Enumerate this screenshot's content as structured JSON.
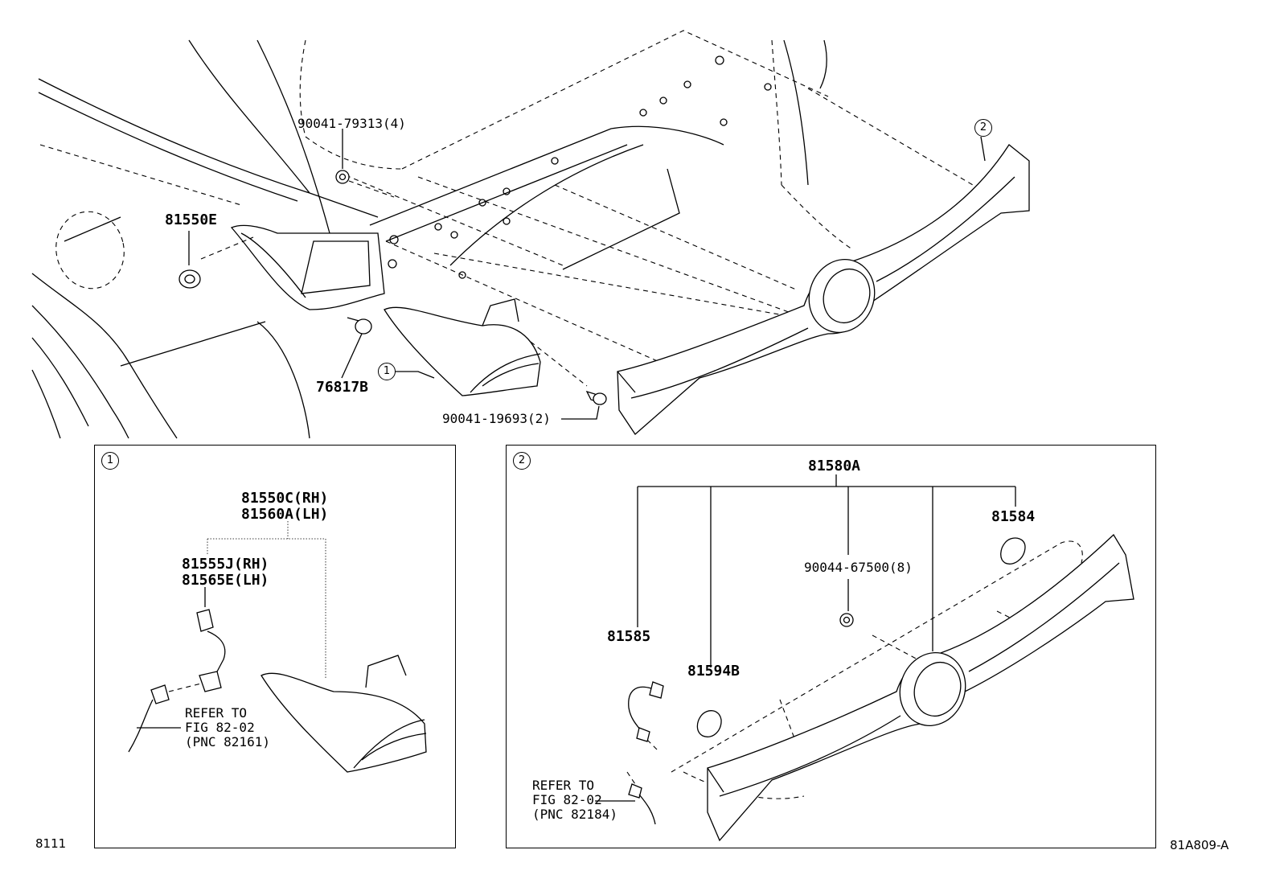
{
  "top_view": {
    "labels": {
      "nut_79313": "90041-79313(4)",
      "part_81550E": "81550E",
      "part_76817B": "76817B",
      "bolt_19693": "90041-19693(2)"
    },
    "callouts": {
      "one": "1",
      "two": "2"
    }
  },
  "panel_1": {
    "marker": "1",
    "lamp_assy": [
      "81550C(RH)",
      "81560A(LH)"
    ],
    "socket": [
      "81555J(RH)",
      "81565E(LH)"
    ],
    "refer": [
      "REFER TO",
      "FIG 82-02",
      "(PNC 82161)"
    ]
  },
  "panel_2": {
    "marker": "2",
    "assy": "81580A",
    "part_81584": "81584",
    "nut_67500": "90044-67500(8)",
    "part_81585": "81585",
    "part_81594B": "81594B",
    "refer": [
      "REFER TO",
      "FIG 82-02",
      "(PNC 82184)"
    ]
  },
  "corner_left": "8111",
  "corner_right": "81A809-A"
}
